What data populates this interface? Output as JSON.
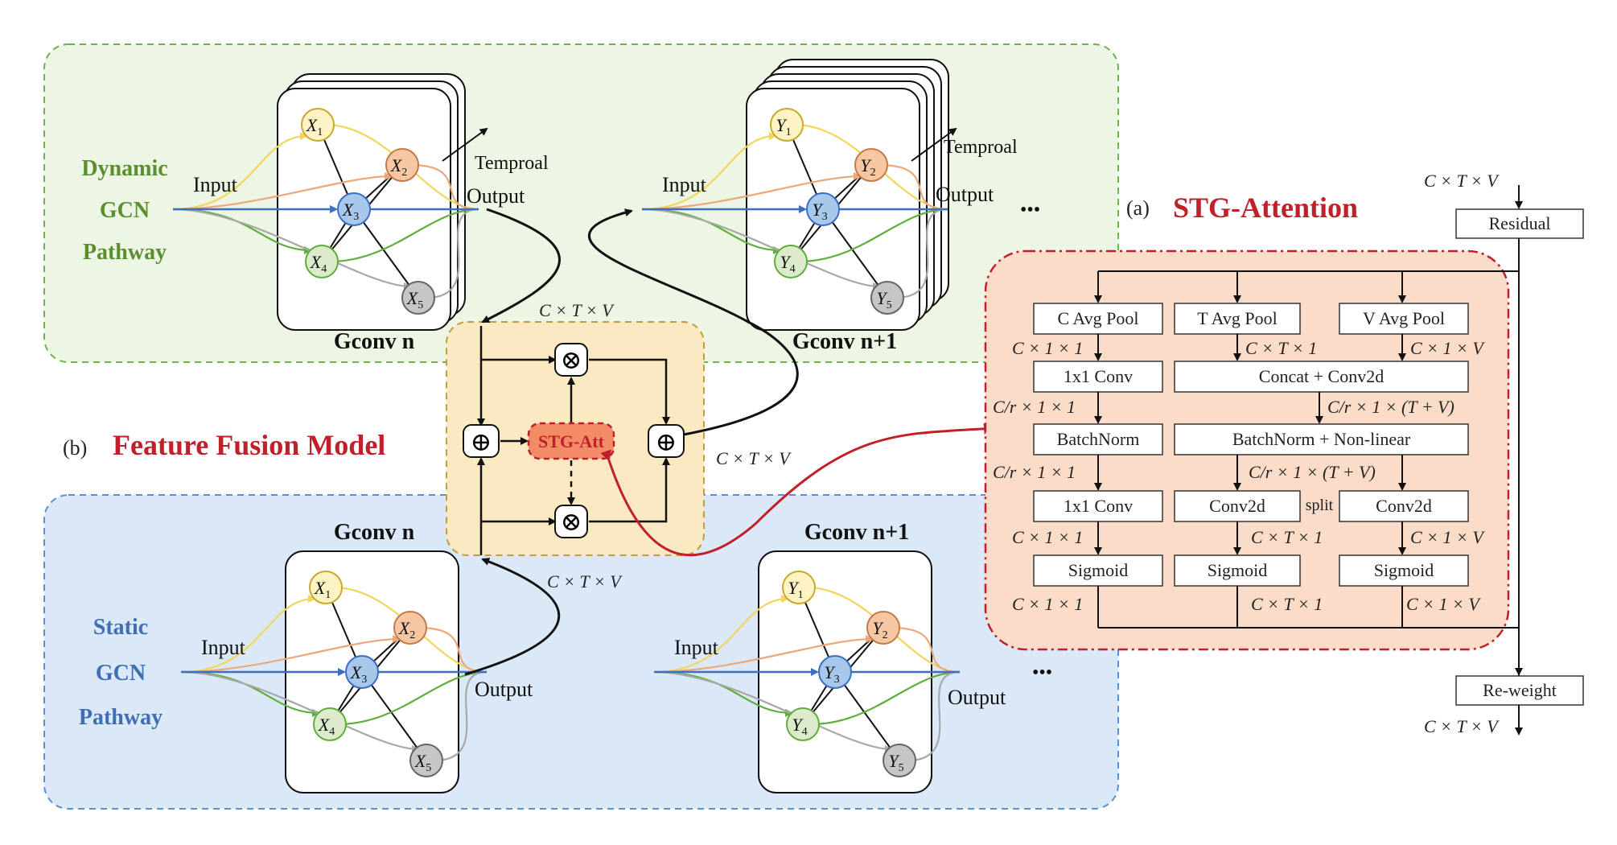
{
  "pathways": {
    "dynamic": [
      "Dynamic",
      "GCN",
      "Pathway"
    ],
    "static": [
      "Static",
      "GCN",
      "Pathway"
    ]
  },
  "gconv": {
    "n": "Gconv n",
    "n1": "Gconv n+1"
  },
  "labels": {
    "input": "Input",
    "output": "Output",
    "temporal": "Temproal",
    "ellipsis": "•••",
    "split": "split"
  },
  "nodes": {
    "x_letter": "X",
    "y_letter": "Y",
    "subs": [
      "1",
      "2",
      "3",
      "4",
      "5"
    ]
  },
  "fusion": {
    "tag": "(b)",
    "title": "Feature Fusion Model",
    "stg_att": "STG-Att",
    "plus": "⊕",
    "times": "⊗",
    "dim": "C × T × V"
  },
  "attention": {
    "tag": "(a)",
    "title": "STG-Attention",
    "residual": "Residual",
    "reweight": "Re-weight",
    "in_dim": "C × T × V",
    "out_dim": "C × T × V",
    "boxes": {
      "c_pool": "C Avg Pool",
      "t_pool": "T Avg Pool",
      "v_pool": "V Avg Pool",
      "conv1": "1x1 Conv",
      "concat": "Concat + Conv2d",
      "bn": "BatchNorm",
      "bn_nl": "BatchNorm + Non-linear",
      "conv2": "1x1 Conv",
      "conv2d_t": "Conv2d",
      "conv2d_v": "Conv2d",
      "sig_c": "Sigmoid",
      "sig_t": "Sigmoid",
      "sig_v": "Sigmoid"
    },
    "dims": {
      "c1": "C × 1 × 1",
      "t1": "C × T × 1",
      "v1": "C × 1 × V",
      "c2": "C/r × 1 × 1",
      "tv2": "C/r × 1 × (T + V)",
      "c3": "C/r × 1 × 1",
      "tv3": "C/r × 1 × (T + V)",
      "c4": "C × 1 × 1",
      "t4": "C × T × 1",
      "v4": "C × 1 × V",
      "c5": "C × 1 × 1",
      "t5": "C × T × 1",
      "v5": "C × 1 × V"
    }
  },
  "colors": {
    "dynamic_bg": "#edf5e4",
    "dynamic_border": "#6db34f",
    "dynamic_text": "#5a8f2e",
    "static_bg": "#dbe8f7",
    "static_border": "#5b8fd0",
    "static_text": "#3e6fb5",
    "fusion_bg": "#fbe9c2",
    "fusion_border": "#c79a3a",
    "att_bg": "#fadcc8",
    "att_border": "#c0202a",
    "red_text": "#c0202a",
    "node_yellow": "#fdf3c4",
    "node_orange": "#f7c6a3",
    "node_blue": "#a7c8ea",
    "node_green": "#dcebcc",
    "node_gray": "#c6c6c6"
  }
}
